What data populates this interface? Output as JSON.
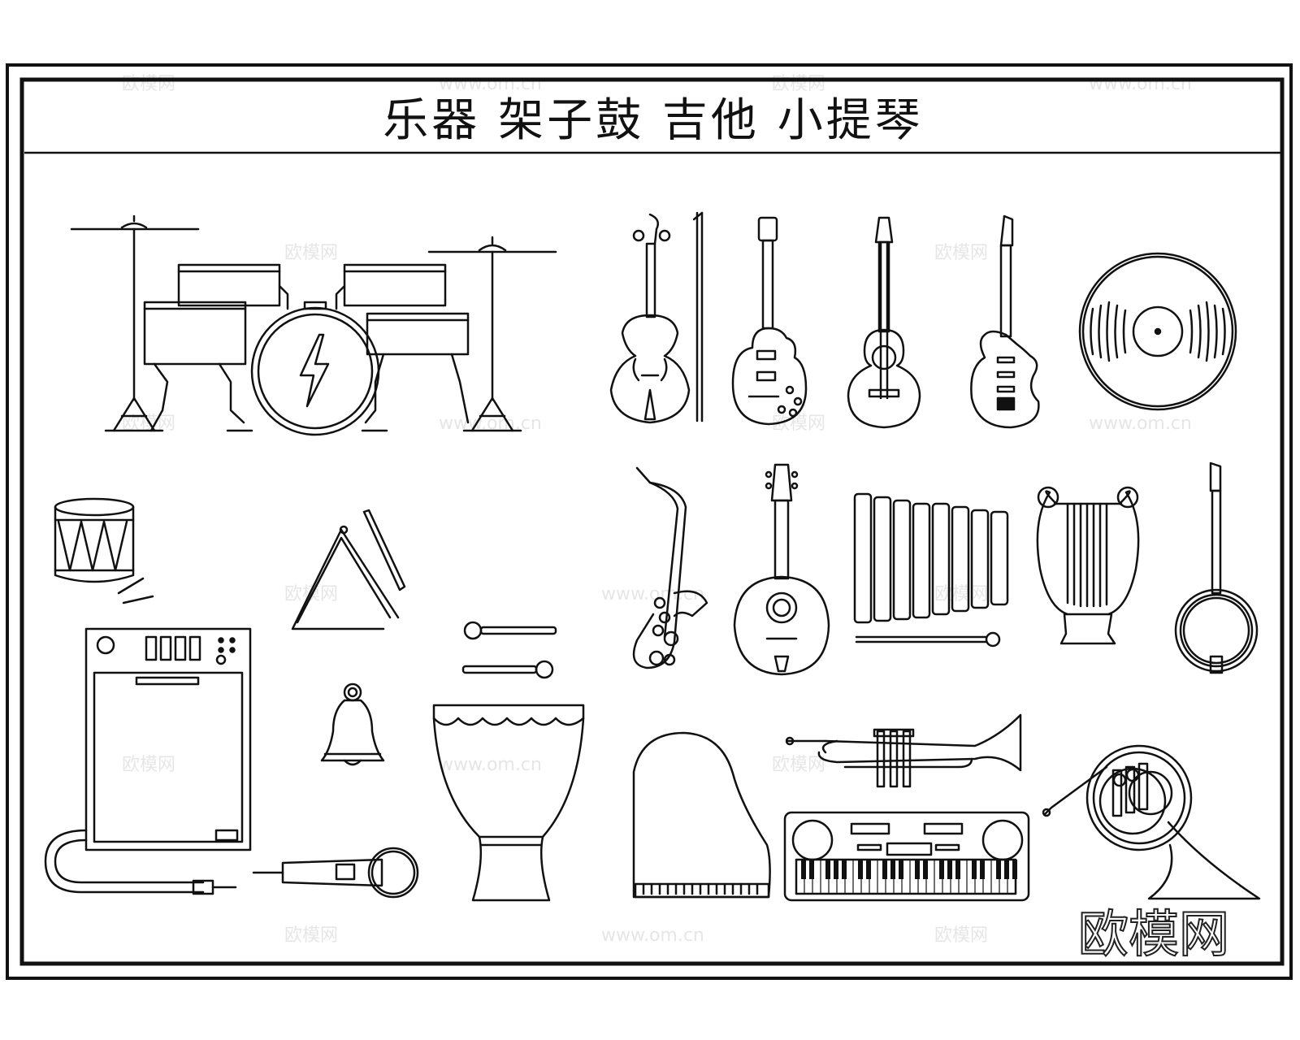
{
  "title": "乐器 架子鼓 吉他 小提琴",
  "brand_logo": "欧模网",
  "watermark": {
    "logo": "欧模网",
    "url": "www.om.cn"
  },
  "colors": {
    "ink": "#111111",
    "paper": "#ffffff",
    "watermark": "#e6e6e6"
  },
  "icons": [
    "drum-kit-icon",
    "violin-icon",
    "electric-guitar-lp-icon",
    "acoustic-guitar-icon",
    "electric-guitar-strat-icon",
    "vinyl-record-icon",
    "snare-drum-icon",
    "triangle-icon",
    "saxophone-icon",
    "mandolin-icon",
    "xylophone-icon",
    "lyre-icon",
    "banjo-icon",
    "amplifier-icon",
    "drumsticks-icon",
    "bell-icon",
    "djembe-icon",
    "microphone-icon",
    "grand-piano-icon",
    "trumpet-icon",
    "keyboard-icon",
    "french-horn-icon"
  ]
}
